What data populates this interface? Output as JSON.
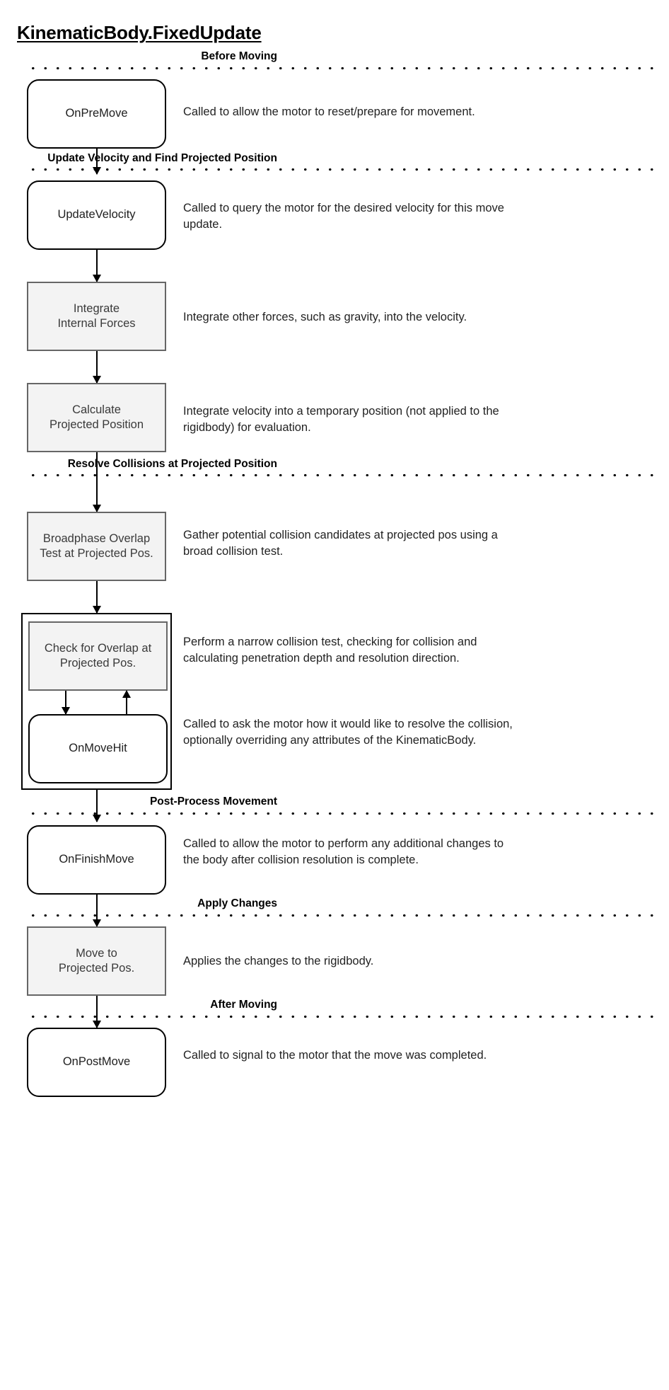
{
  "title": "KinematicBody.FixedUpdate",
  "sections": [
    {
      "label": "Before Moving"
    },
    {
      "label": "Update Velocity and Find Projected Position"
    },
    {
      "label": "Resolve Collisions at Projected Position"
    },
    {
      "label": "Post-Process Movement"
    },
    {
      "label": "Apply Changes"
    },
    {
      "label": "After Moving"
    }
  ],
  "steps": [
    {
      "id": "on-pre-move",
      "name": "OnPreMove",
      "kind": "callback",
      "description": "Called to allow the motor to reset/prepare for movement."
    },
    {
      "id": "update-velocity",
      "name": "UpdateVelocity",
      "kind": "callback",
      "description": "Called to query the motor for the desired velocity for this move update."
    },
    {
      "id": "integrate-internal-forces",
      "name": "Integrate\nInternal Forces",
      "kind": "internal",
      "description": "Integrate other forces, such as gravity, into the velocity."
    },
    {
      "id": "calculate-projected-position",
      "name": "Calculate\nProjected Position",
      "kind": "internal",
      "description": "Integrate velocity into a temporary position (not applied to the rigidbody) for evaluation."
    },
    {
      "id": "broadphase-overlap-test",
      "name": "Broadphase Overlap\nTest at Projected Pos.",
      "kind": "internal",
      "description": "Gather potential collision candidates at projected pos using a broad collision test."
    },
    {
      "id": "check-for-overlap",
      "name": "Check for Overlap at\nProjected Pos.",
      "kind": "internal",
      "description": "Perform a narrow collision test, checking for collision and calculating penetration depth and resolution direction."
    },
    {
      "id": "on-move-hit",
      "name": "OnMoveHit",
      "kind": "callback",
      "description": "Called to ask the motor how it would like to resolve the collision, optionally overriding any attributes of the KinematicBody."
    },
    {
      "id": "on-finish-move",
      "name": "OnFinishMove",
      "kind": "callback",
      "description": "Called to allow the motor to perform any additional changes to the body after collision resolution is complete."
    },
    {
      "id": "move-to-projected-pos",
      "name": "Move to\nProjected Pos.",
      "kind": "internal",
      "description": "Applies the changes to the rigidbody."
    },
    {
      "id": "on-post-move",
      "name": "OnPostMove",
      "kind": "callback",
      "description": "Called to signal to the motor that the move was completed."
    }
  ],
  "colors": {
    "callback_fill": "#ffffff",
    "callback_border": "#000000",
    "internal_fill": "#f3f3f3",
    "internal_border": "#666666",
    "connector": "#000000",
    "text": "#222222",
    "background": "#ffffff"
  }
}
